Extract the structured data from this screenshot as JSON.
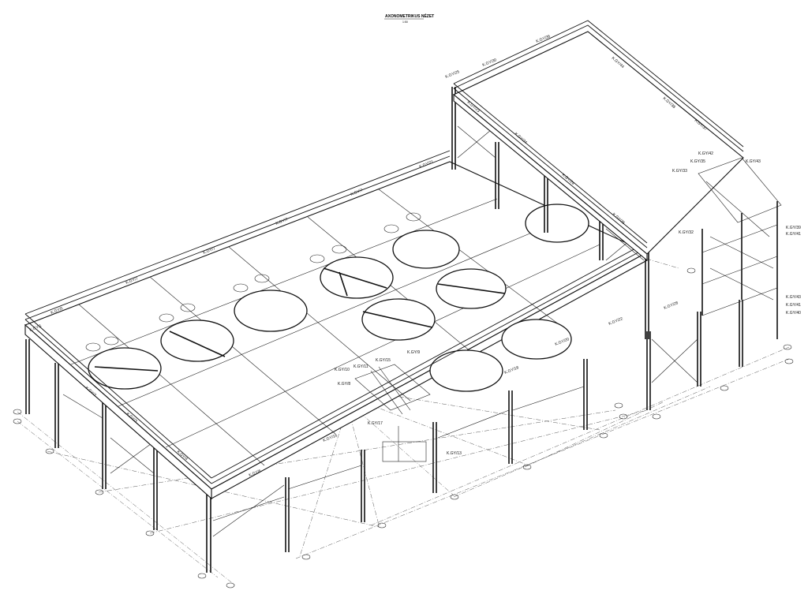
{
  "title": "AXONOMETRIKUS NÉZET",
  "scale": "1:50",
  "labels": [
    {
      "id": "l1",
      "text": "K.GY/1"
    },
    {
      "id": "l2",
      "text": "K.GY/3"
    },
    {
      "id": "l3",
      "text": "K.GY/5"
    },
    {
      "id": "l4",
      "text": "K.GY/7"
    },
    {
      "id": "l5",
      "text": "K.GY/7"
    },
    {
      "id": "l6",
      "text": "K.GY/7"
    },
    {
      "id": "l7",
      "text": "K.GY/7"
    },
    {
      "id": "l8",
      "text": "K.GY/21"
    },
    {
      "id": "l9",
      "text": "K.GY/25"
    },
    {
      "id": "l10",
      "text": "K.GY/23"
    },
    {
      "id": "l11",
      "text": "K.GY/30"
    },
    {
      "id": "l12",
      "text": "K.GY/36"
    },
    {
      "id": "l13",
      "text": "K.GY/44"
    },
    {
      "id": "l14",
      "text": "K.GY/38"
    },
    {
      "id": "l15",
      "text": "K.GY/37"
    },
    {
      "id": "l16",
      "text": "K.GY/24"
    },
    {
      "id": "l17",
      "text": "K.GY/24"
    },
    {
      "id": "l18",
      "text": "K.GY/26"
    },
    {
      "id": "l19",
      "text": "K.GY/42"
    },
    {
      "id": "l20",
      "text": "K.GY/35"
    },
    {
      "id": "l21",
      "text": "K.GY/43"
    },
    {
      "id": "l22",
      "text": "K.GY/33"
    },
    {
      "id": "l23",
      "text": "K.GY/32"
    },
    {
      "id": "l24",
      "text": "K.GY/39"
    },
    {
      "id": "l25",
      "text": "K.GY/41"
    },
    {
      "id": "l26",
      "text": "K.GY/43"
    },
    {
      "id": "l27",
      "text": "K.GY/41"
    },
    {
      "id": "l28",
      "text": "K.GY/40"
    },
    {
      "id": "l29",
      "text": "K.GY/28"
    },
    {
      "id": "l30",
      "text": "K.GY/22"
    },
    {
      "id": "l31",
      "text": "K.GY/20"
    },
    {
      "id": "l32",
      "text": "K.GY/18"
    },
    {
      "id": "l33",
      "text": "K.GY/16"
    },
    {
      "id": "l34",
      "text": "K.GY/10"
    },
    {
      "id": "l35",
      "text": "K.GY/11"
    },
    {
      "id": "l36",
      "text": "K.GY/15"
    },
    {
      "id": "l37",
      "text": "K.GY/9"
    },
    {
      "id": "l38",
      "text": "K.GY/17"
    },
    {
      "id": "l39",
      "text": "K.GY/13"
    },
    {
      "id": "l40",
      "text": "K.GY/8"
    },
    {
      "id": "l41",
      "text": "K.GY/6"
    },
    {
      "id": "l42",
      "text": "K.GY/4"
    },
    {
      "id": "l43",
      "text": "K.GY/2"
    }
  ]
}
